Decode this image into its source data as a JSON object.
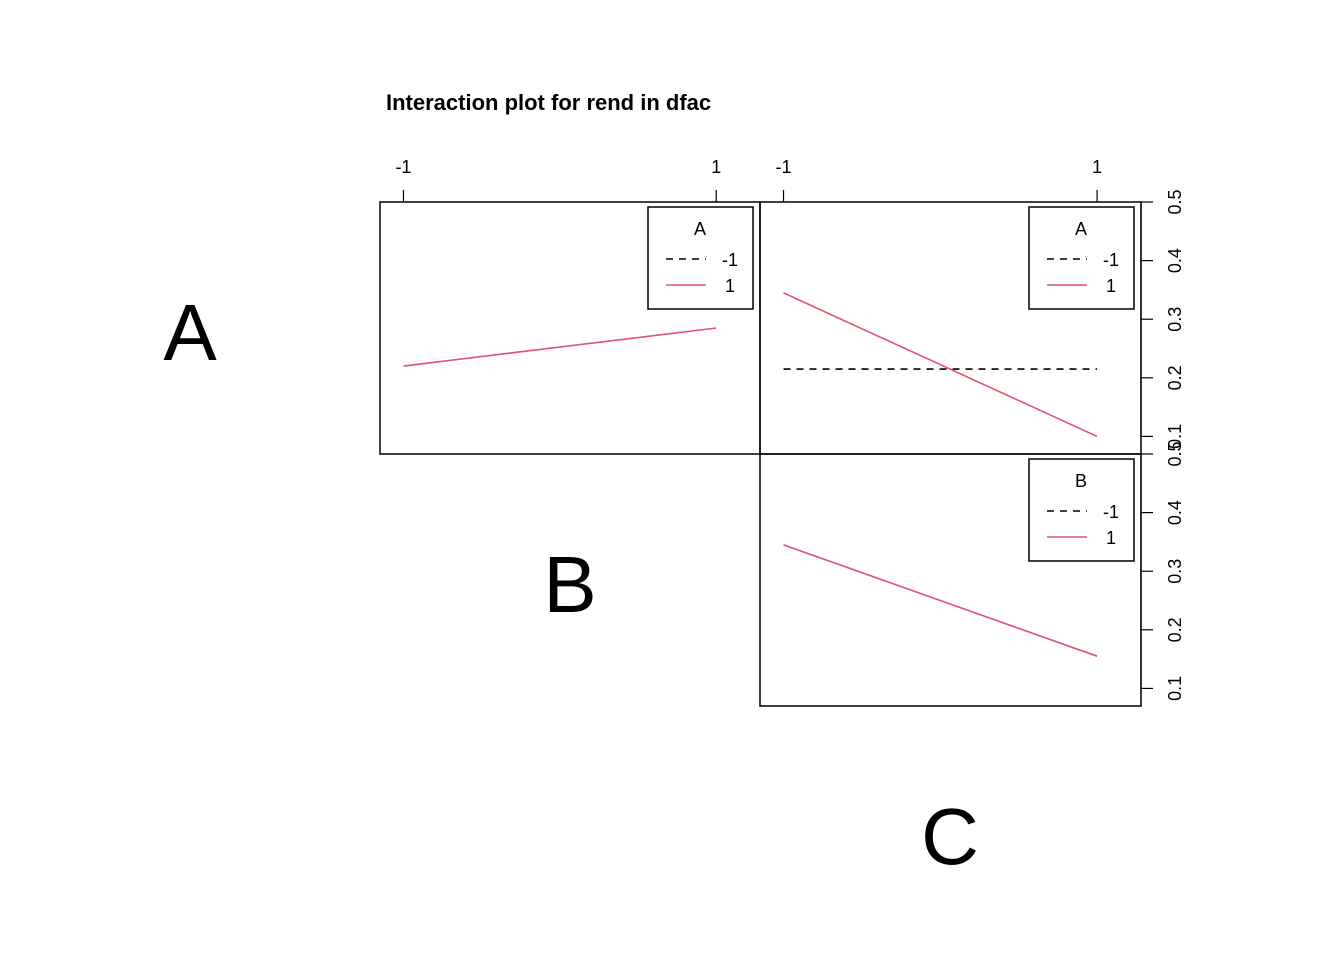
{
  "title": "Interaction plot for rend in dfac",
  "colors": {
    "level_minus1": "#000000",
    "level_1": "#DF536B",
    "frame": "#000000"
  },
  "factors": [
    "A",
    "B",
    "C"
  ],
  "x_tick_labels": [
    "-1",
    "1"
  ],
  "chart_data": [
    {
      "type": "line",
      "panel": "A x B",
      "x_factor": "B",
      "trace_factor": "A",
      "x": [
        -1,
        1
      ],
      "legend": {
        "title": "A",
        "entries": [
          "-1",
          "1"
        ],
        "placement": "top-right"
      },
      "series": [
        {
          "name": "-1",
          "style": "dashed",
          "values": [
            null,
            null
          ]
        },
        {
          "name": "1",
          "style": "solid",
          "values": [
            0.22,
            0.285
          ]
        }
      ],
      "ylim": [
        0.07,
        0.5
      ]
    },
    {
      "type": "line",
      "panel": "A x C",
      "x_factor": "C",
      "trace_factor": "A",
      "x": [
        -1,
        1
      ],
      "legend": {
        "title": "A",
        "entries": [
          "-1",
          "1"
        ],
        "placement": "top-right"
      },
      "series": [
        {
          "name": "-1",
          "style": "dashed",
          "values": [
            0.215,
            0.215
          ]
        },
        {
          "name": "1",
          "style": "solid",
          "values": [
            0.345,
            0.1
          ]
        }
      ],
      "ylim": [
        0.07,
        0.5
      ],
      "yticks": [
        "0.1",
        "0.2",
        "0.3",
        "0.4",
        "0.5"
      ]
    },
    {
      "type": "line",
      "panel": "B x C",
      "x_factor": "C",
      "trace_factor": "B",
      "x": [
        -1,
        1
      ],
      "legend": {
        "title": "B",
        "entries": [
          "-1",
          "1"
        ],
        "placement": "top-right"
      },
      "series": [
        {
          "name": "-1",
          "style": "dashed",
          "values": [
            null,
            null
          ]
        },
        {
          "name": "1",
          "style": "solid",
          "values": [
            0.345,
            0.155
          ]
        }
      ],
      "ylim": [
        0.07,
        0.5
      ],
      "yticks": [
        "0.1",
        "0.2",
        "0.3",
        "0.4",
        "0.5"
      ]
    }
  ]
}
